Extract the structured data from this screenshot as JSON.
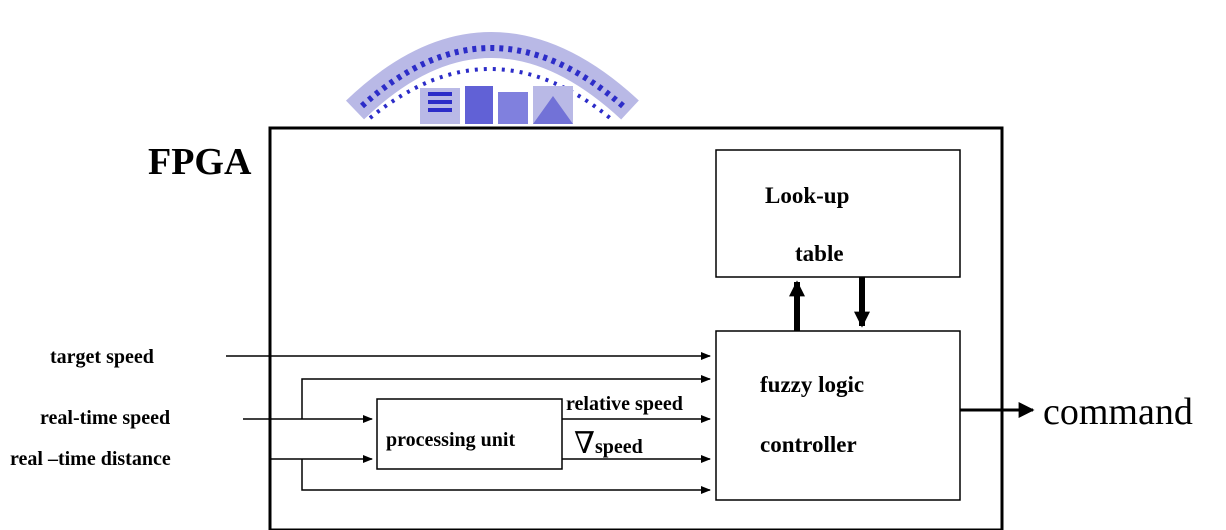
{
  "fpga_label": "FPGA",
  "blocks": {
    "lookup": {
      "line1": "Look-up",
      "line2": "table"
    },
    "processing": "processing unit",
    "flc": {
      "line1": "fuzzy logic",
      "line2": "controller"
    }
  },
  "inputs": {
    "target_speed": "target speed",
    "realtime_speed": "real-time speed",
    "realtime_distance": "real –time distance"
  },
  "signals": {
    "relative_speed": "relative speed",
    "grad_symbol": "∇",
    "grad_speed": "speed"
  },
  "output": "command",
  "colors": {
    "line": "#000000",
    "logo": "#2c2cc8",
    "logo_light": "#b9b9e6"
  }
}
